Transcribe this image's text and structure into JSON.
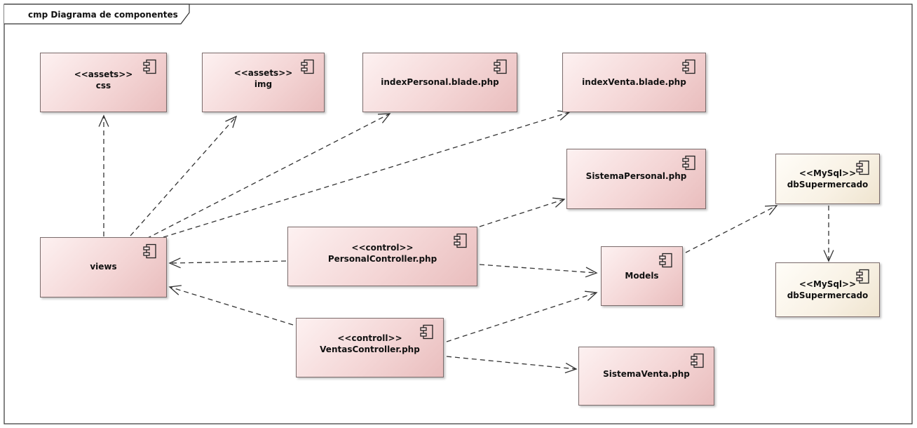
{
  "frame": {
    "title": "cmp Diagrama de componentes"
  },
  "components": {
    "css": {
      "stereotype": "<<assets>>",
      "name": "css"
    },
    "img": {
      "stereotype": "<<assets>>",
      "name": "img"
    },
    "index_personal": {
      "name": "indexPersonal.blade.php"
    },
    "index_venta": {
      "name": "indexVenta.blade.php"
    },
    "sistema_personal": {
      "name": "SistemaPersonal.php"
    },
    "views": {
      "name": "views"
    },
    "personal_controller": {
      "stereotype": "<<control>>",
      "name": "PersonalController.php"
    },
    "ventas_controller": {
      "stereotype": "<<controll>>",
      "name": "VentasController.php"
    },
    "models": {
      "name": "Models"
    },
    "sistema_venta": {
      "name": "SistemaVenta.php"
    },
    "db1": {
      "stereotype": "<<MySql>>",
      "name": "dbSupermercado"
    },
    "db2": {
      "stereotype": "<<MySql>>",
      "name": "dbSupermercado"
    }
  },
  "dependencies": [
    {
      "from": "views",
      "to": "css"
    },
    {
      "from": "views",
      "to": "img"
    },
    {
      "from": "views",
      "to": "index_personal"
    },
    {
      "from": "views",
      "to": "index_venta"
    },
    {
      "from": "personal_controller",
      "to": "views"
    },
    {
      "from": "personal_controller",
      "to": "sistema_personal"
    },
    {
      "from": "personal_controller",
      "to": "models"
    },
    {
      "from": "ventas_controller",
      "to": "views"
    },
    {
      "from": "ventas_controller",
      "to": "models"
    },
    {
      "from": "ventas_controller",
      "to": "sistema_venta"
    },
    {
      "from": "models",
      "to": "db1"
    },
    {
      "from": "db1",
      "to": "db2"
    }
  ],
  "icons": {
    "component": "uml-component-icon"
  }
}
